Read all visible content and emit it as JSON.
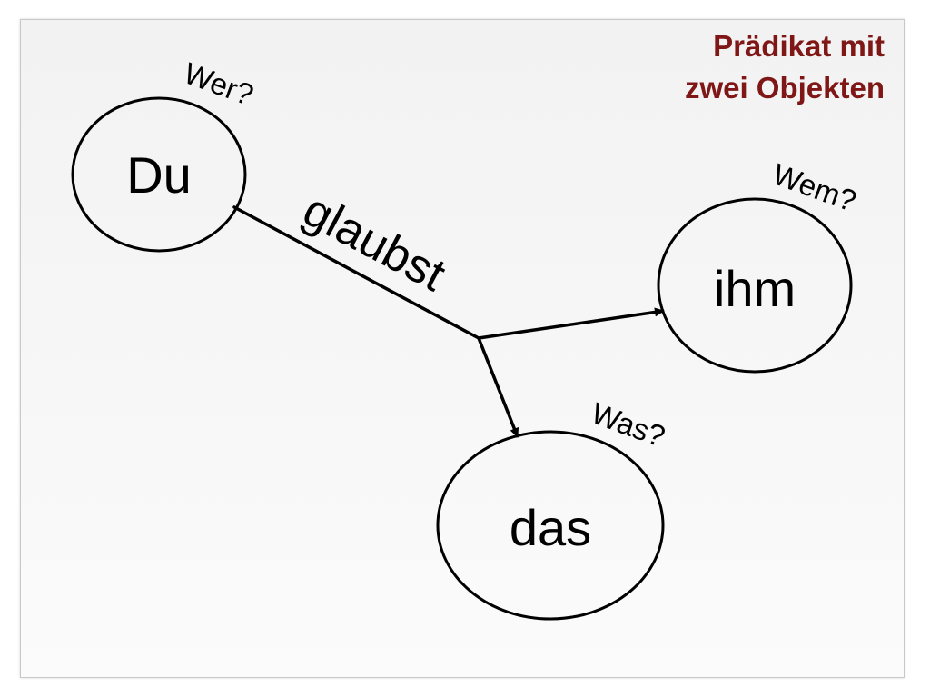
{
  "title": {
    "line1": "Prädikat mit",
    "line2": "zwei Objekten"
  },
  "predicate": {
    "label": "glaubst"
  },
  "nodes": {
    "subject": {
      "label": "Du",
      "question": "Wer?"
    },
    "dative_object": {
      "label": "ihm",
      "question": "Wem?"
    },
    "accusative_object": {
      "label": "das",
      "question": "Was?"
    }
  },
  "colors": {
    "title": "#7f1717",
    "lines": "#000000",
    "background": "#f5f5f5"
  }
}
